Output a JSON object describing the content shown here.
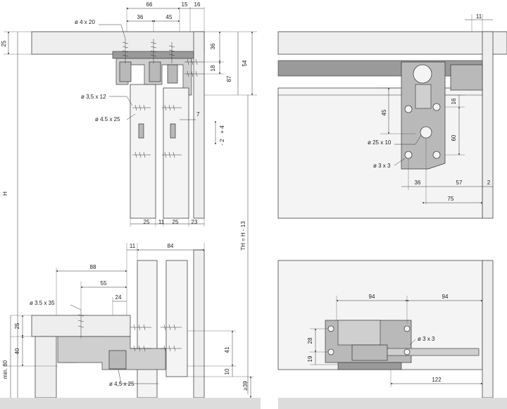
{
  "views": {
    "top_left": {
      "dims_top": [
        "66",
        "36",
        "45",
        "15",
        "16"
      ],
      "dims_right": [
        "36",
        "18",
        "54",
        "87"
      ],
      "screw_labels": [
        "ø 4 x 20",
        "ø 3,5 x 12",
        "ø 4.5 x 25"
      ],
      "dims_bottom": [
        "25",
        "11",
        "25",
        "23"
      ],
      "gap": "7",
      "tolerance_plus": "+ 4",
      "tolerance_minus": "- 2",
      "left_dim": "25",
      "height_label": "H",
      "track_height_label": "TH = H - 13"
    },
    "bottom_left": {
      "dims_top": [
        "11",
        "84"
      ],
      "dims_left": [
        "88",
        "55",
        "24"
      ],
      "screw_labels": [
        "ø 3.5 x 35",
        "ø 4,5 x 25"
      ],
      "dims_side": [
        "25",
        "40",
        "min. 80"
      ],
      "dims_right": [
        "41",
        "10",
        "≥39"
      ]
    },
    "top_right": {
      "dim_top": "11",
      "dims": [
        "45",
        "16",
        "60",
        "36",
        "57",
        "2",
        "75"
      ],
      "screw_labels": [
        "ø 25 x 10",
        "ø 3 x 3"
      ]
    },
    "bottom_right": {
      "dims_top": [
        "94",
        "94"
      ],
      "dims_left": [
        "28",
        "19"
      ],
      "screw_label": "ø 3 x 3",
      "dim_bottom": "122"
    }
  },
  "colors": {
    "panel": "#f4f4f4",
    "hardware": "#b9b9b9",
    "line": "#333333"
  }
}
